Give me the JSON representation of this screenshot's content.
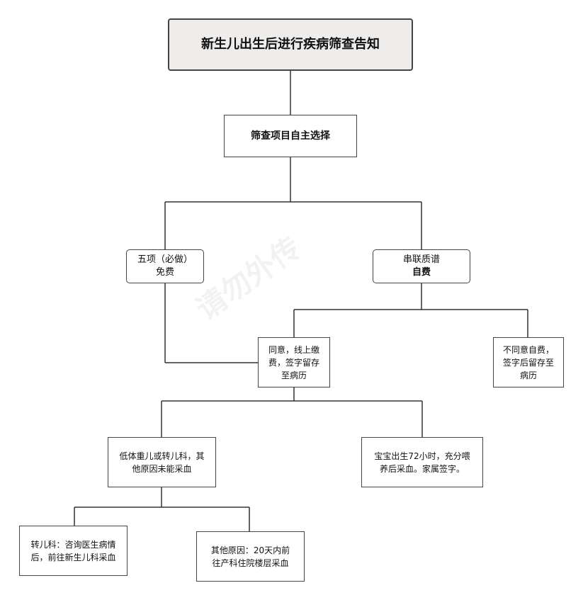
{
  "title": "新生儿出生后进行疾病筛查告知",
  "choose": "筛查项目自主选择",
  "five": {
    "line1": "五项（必做）",
    "line2": "免费"
  },
  "tandem": {
    "line1": "串联质谱",
    "line2": "自费"
  },
  "agree": {
    "line1": "同意，线上缴",
    "line2": "费，签字留存",
    "line3": "至病历"
  },
  "disagree": {
    "line1": "不同意自费，",
    "line2": "签字后留存至",
    "line3": "病历"
  },
  "low": {
    "line1": "低体重儿或转儿科，其",
    "line2": "他原因未能采血"
  },
  "baby": {
    "line1": "宝宝出生72小时，充分喂",
    "line2": "养后采血。家属签字。"
  },
  "transfer": {
    "line1": "转儿科：咨询医生病情",
    "line2": "后，前往新生儿科采血"
  },
  "other": {
    "line1": "其他原因：20天内前",
    "line2": "往产科住院楼层采血"
  }
}
